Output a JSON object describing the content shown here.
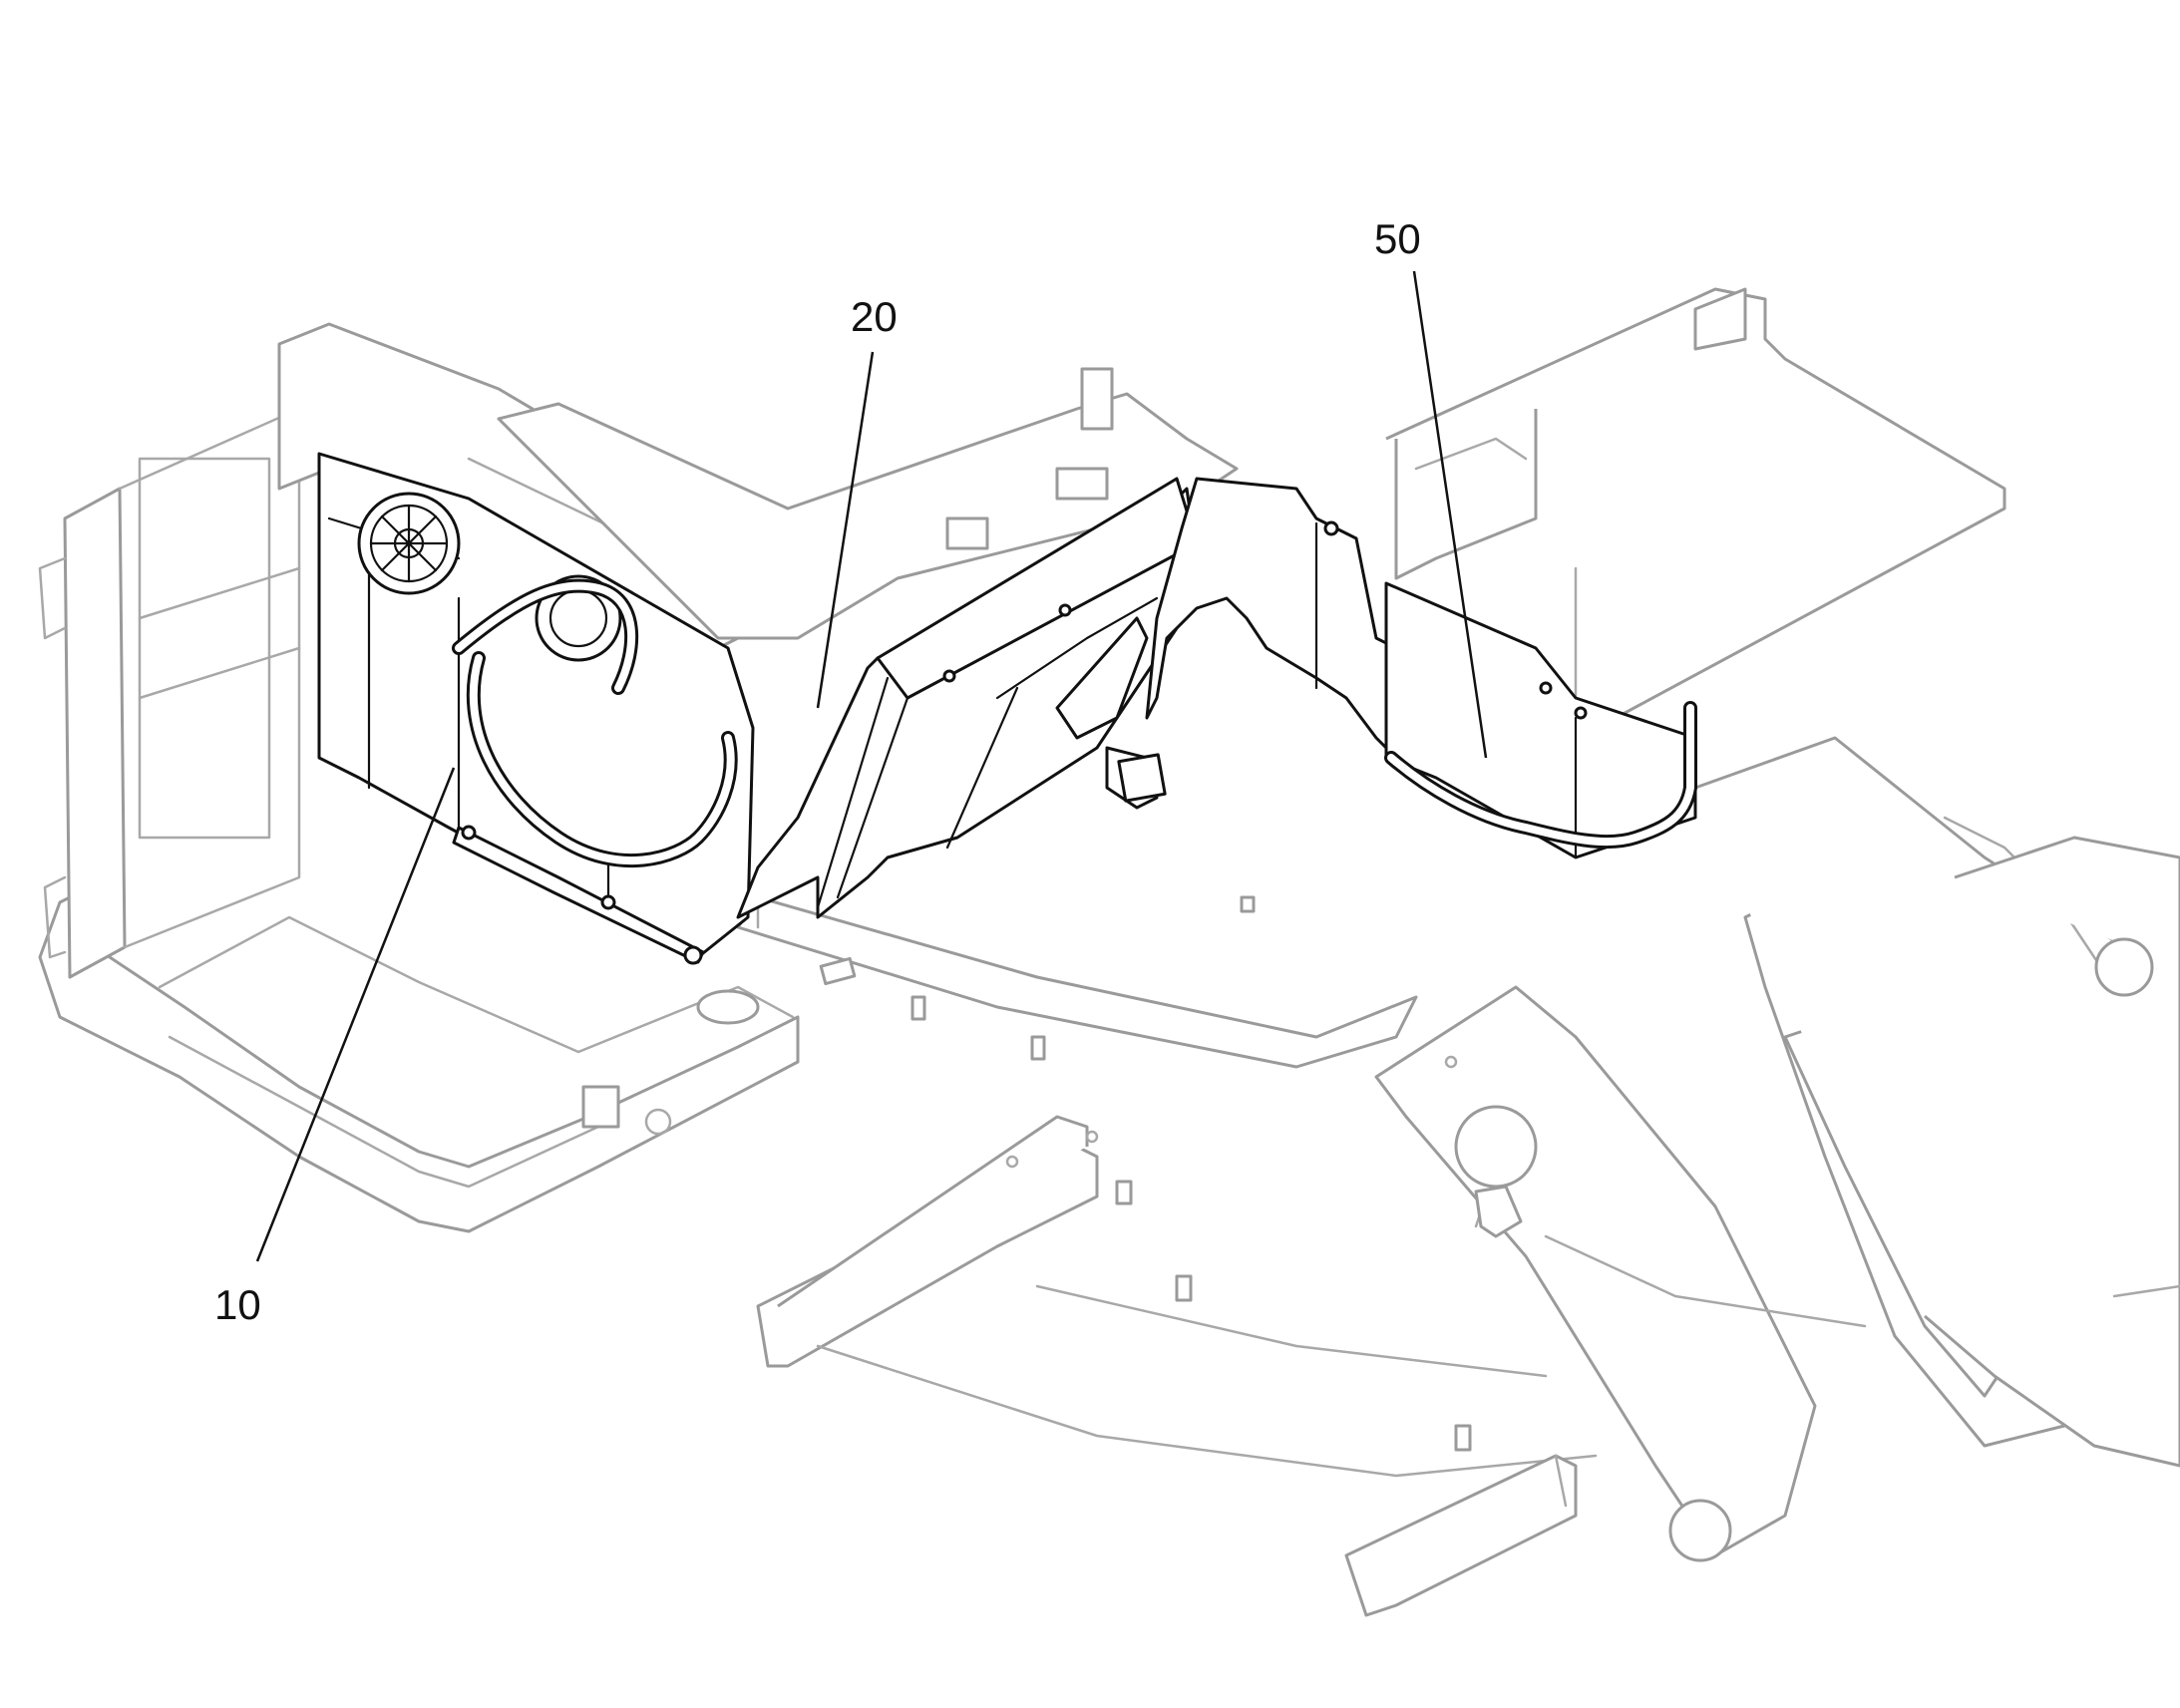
{
  "callouts": [
    {
      "id": "10",
      "label": "10"
    },
    {
      "id": "20",
      "label": "20"
    },
    {
      "id": "50",
      "label": "50"
    }
  ],
  "colors": {
    "background": "#ffffff",
    "frame_lines": "#9a9a9a",
    "highlighted_parts": "#111111"
  }
}
